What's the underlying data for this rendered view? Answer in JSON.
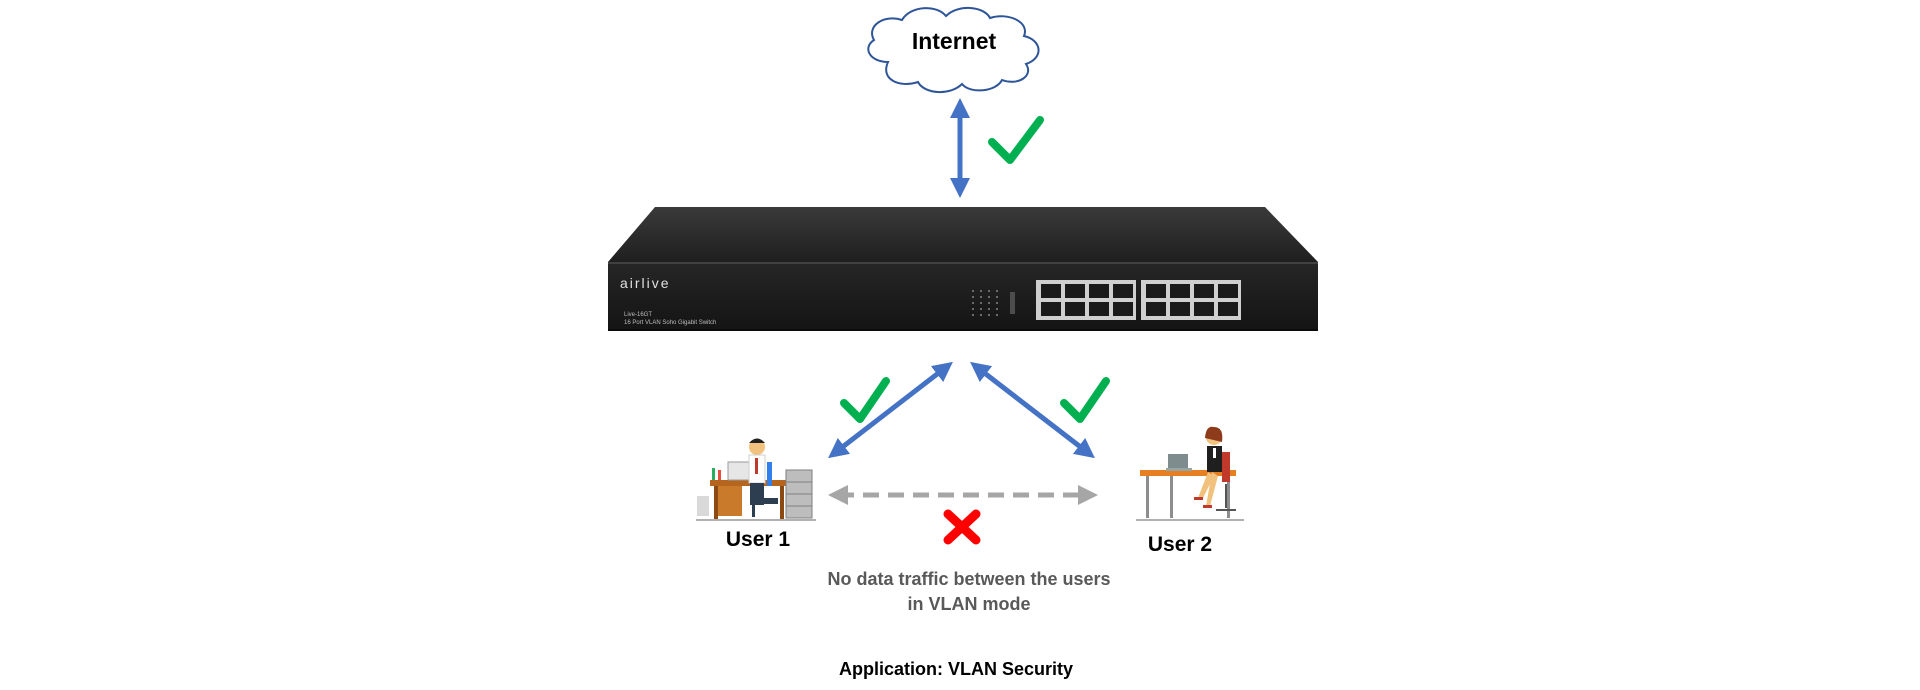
{
  "internet": {
    "label": "Internet"
  },
  "switch": {
    "brand": "airlive",
    "model": "Live-16GT",
    "description": "16 Port VLAN Soho Gigabit Switch"
  },
  "users": [
    {
      "label": "User 1"
    },
    {
      "label": "User 2"
    }
  ],
  "note": {
    "line1": "No data traffic between the users",
    "line2": "in VLAN mode"
  },
  "caption": "Application: VLAN Security",
  "colors": {
    "link_arrow": "#4472c4",
    "blocked_arrow": "#a6a6a6",
    "check": "#00b050",
    "cross": "#ff0000",
    "cloud_stroke": "#2e5597",
    "switch_body": "#2b2b2b",
    "note_text": "#595959"
  },
  "icons": {
    "allowed": "check-icon",
    "blocked": "cross-icon",
    "cloud": "cloud-icon"
  }
}
